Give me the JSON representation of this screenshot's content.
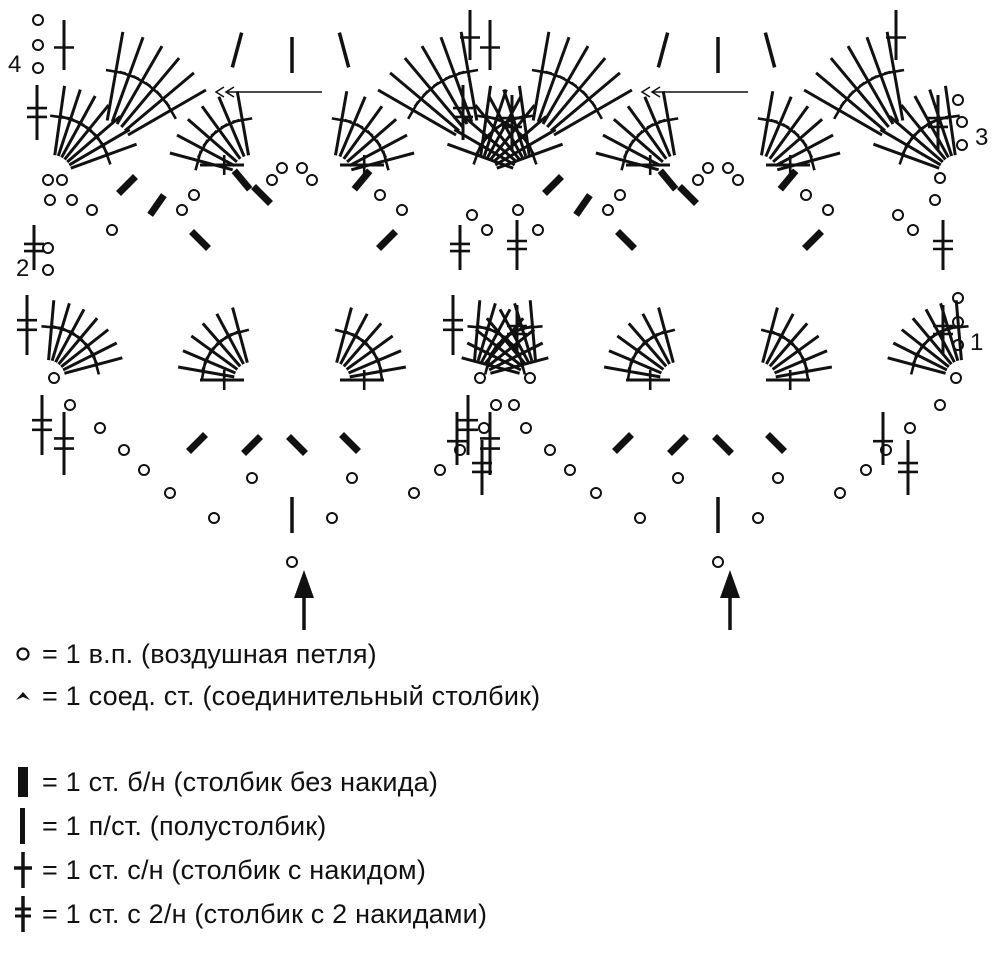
{
  "diagram": {
    "row_numbers": [
      "1",
      "2",
      "3",
      "4"
    ],
    "colors": {
      "ink": "#111111",
      "background": "#ffffff"
    }
  },
  "legend": [
    {
      "symbol": "chain-stitch-icon",
      "text": "= 1 в.п. (воздушная петля)"
    },
    {
      "symbol": "slip-stitch-icon",
      "text": "=  1  соед.  ст.  (соединительный столбик)"
    },
    {
      "symbol": "single-crochet-icon",
      "text": "= 1 ст. б/н (столбик без накида)"
    },
    {
      "symbol": "half-double-crochet-icon",
      "text": "= 1 п/ст. (полустолбик)"
    },
    {
      "symbol": "double-crochet-icon",
      "text": "= 1 ст. с/н (столбик с накидом)"
    },
    {
      "symbol": "treble-crochet-icon",
      "text": "= 1 ст. с 2/н (столбик с 2 накидами)"
    }
  ]
}
